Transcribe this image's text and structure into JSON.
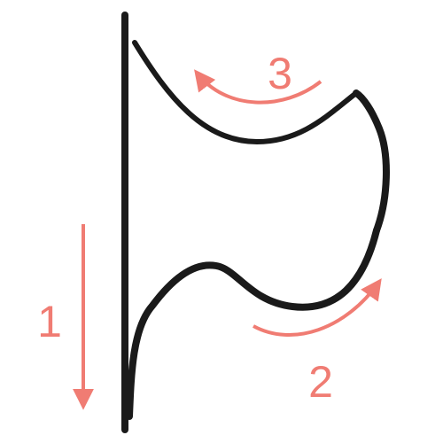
{
  "colors": {
    "stroke": "#1a1a1a",
    "arrow": "#f07c73",
    "background": "#ffffff"
  },
  "steps": [
    {
      "label": "1",
      "direction": "down"
    },
    {
      "label": "2",
      "direction": "up-right"
    },
    {
      "label": "3",
      "direction": "left"
    }
  ]
}
